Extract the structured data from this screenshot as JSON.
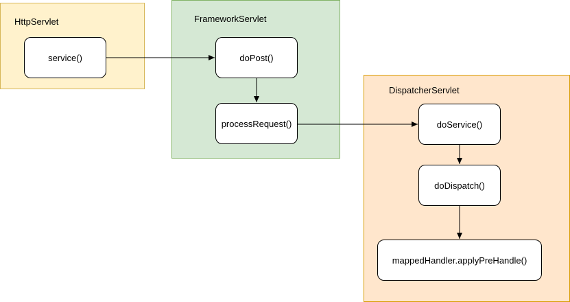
{
  "colors": {
    "http_fill": "#fff2cc",
    "http_border": "#d6b656",
    "framework_fill": "#d5e8d4",
    "framework_border": "#82b366",
    "dispatcher_fill": "#ffe6cc",
    "dispatcher_border": "#d79b00",
    "node_border": "#000000",
    "edge": "#000000"
  },
  "containers": {
    "http": {
      "title": "HttpServlet"
    },
    "framework": {
      "title": "FrameworkServlet"
    },
    "dispatcher": {
      "title": "DispatcherServlet"
    }
  },
  "nodes": {
    "service": "service()",
    "do_post": "doPost()",
    "process_request": "processRequest()",
    "do_service": "doService()",
    "do_dispatch": "doDispatch()",
    "apply_pre_handle": "mappedHandler.applyPreHandle()"
  },
  "edges": [
    {
      "from": "service()",
      "to": "doPost()"
    },
    {
      "from": "doPost()",
      "to": "processRequest()"
    },
    {
      "from": "processRequest()",
      "to": "doService()"
    },
    {
      "from": "doService()",
      "to": "doDispatch()"
    },
    {
      "from": "doDispatch()",
      "to": "mappedHandler.applyPreHandle()"
    }
  ]
}
